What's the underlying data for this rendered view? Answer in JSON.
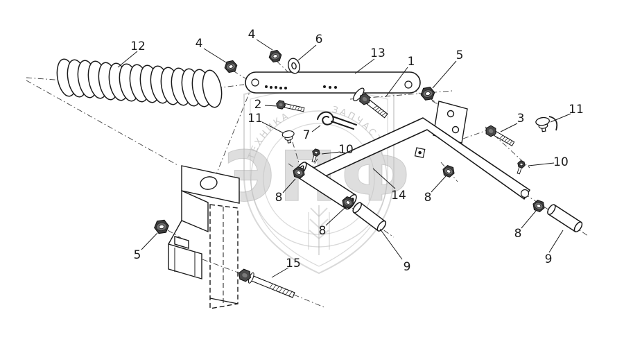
{
  "colors": {
    "ink": "#1a1a1a",
    "background": "#ffffff",
    "watermark_gray": "#b8b8b8"
  },
  "watermark": {
    "brand": "ЭПФ",
    "ring_left": "ТЕХНИКА",
    "ring_right": "ЗАПЧАСТИ"
  },
  "callouts": [
    {
      "text": "12"
    },
    {
      "text": "4"
    },
    {
      "text": "4"
    },
    {
      "text": "6"
    },
    {
      "text": "13"
    },
    {
      "text": "1"
    },
    {
      "text": "5"
    },
    {
      "text": "2"
    },
    {
      "text": "11"
    },
    {
      "text": "7"
    },
    {
      "text": "10"
    },
    {
      "text": "3"
    },
    {
      "text": "11"
    },
    {
      "text": "10"
    },
    {
      "text": "14"
    },
    {
      "text": "8"
    },
    {
      "text": "8"
    },
    {
      "text": "8"
    },
    {
      "text": "8"
    },
    {
      "text": "9"
    },
    {
      "text": "9"
    },
    {
      "text": "5"
    },
    {
      "text": "15"
    }
  ]
}
